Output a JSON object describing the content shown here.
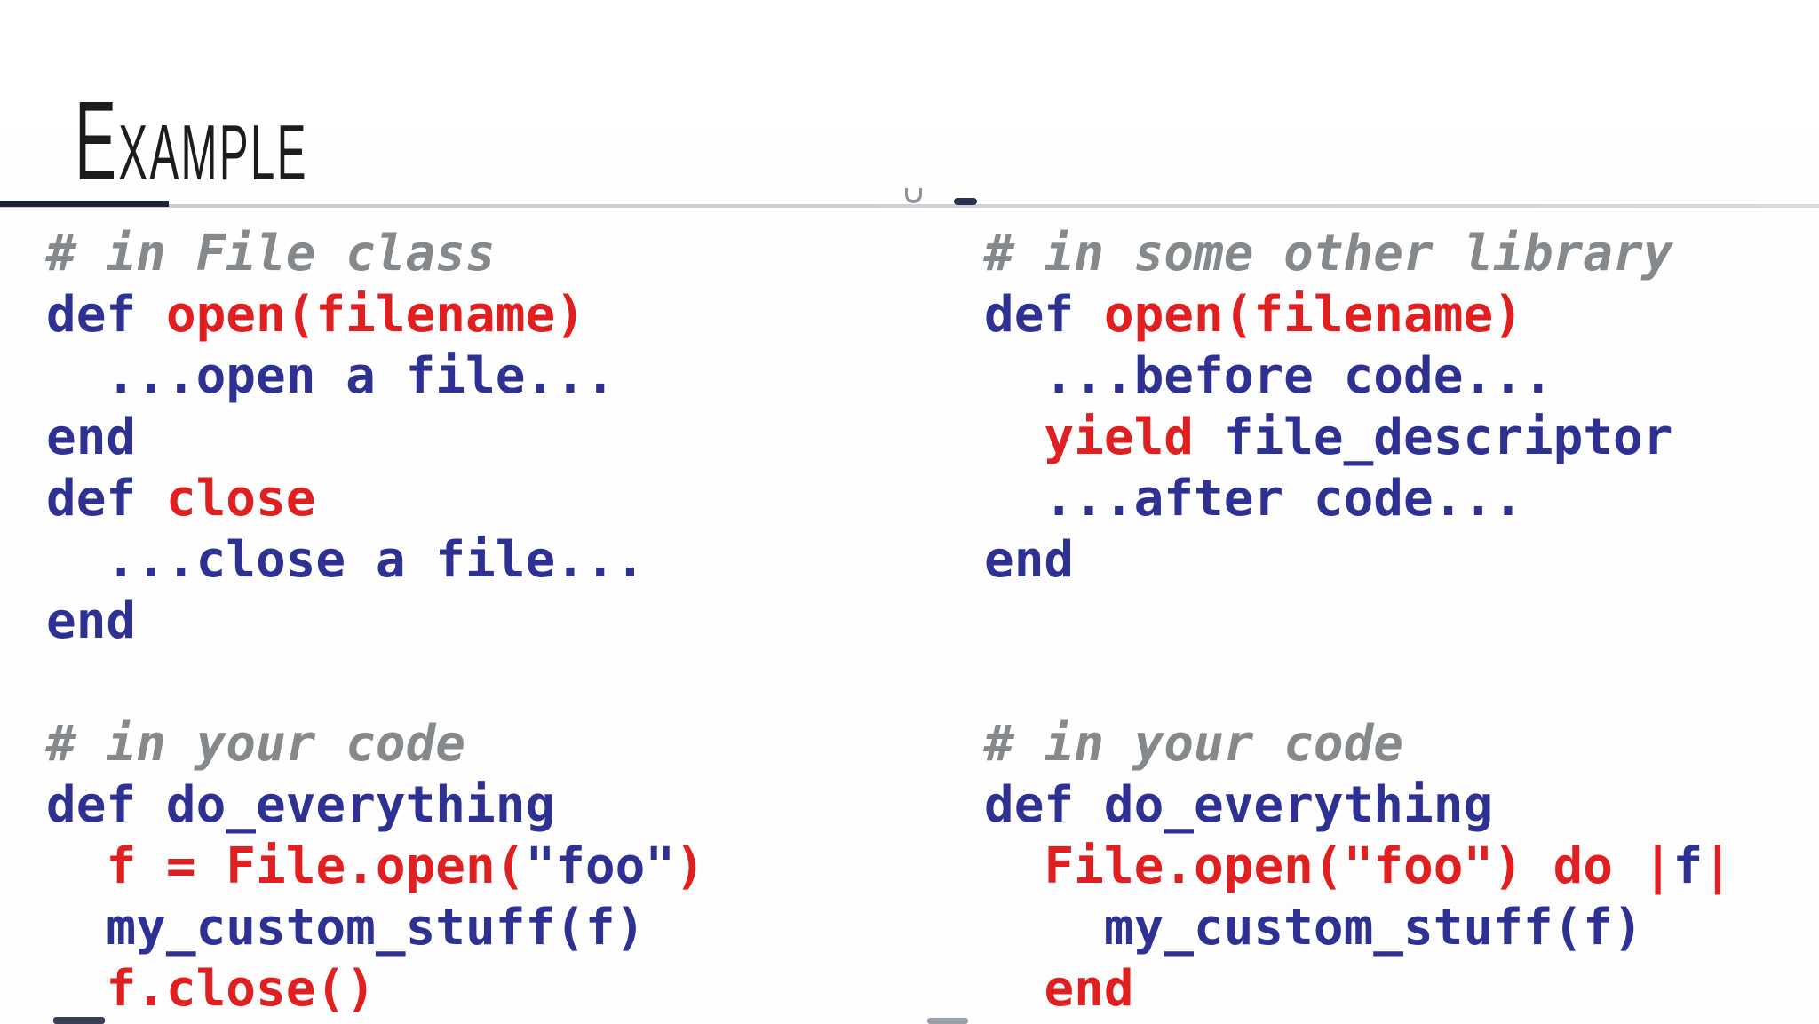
{
  "slide": {
    "title": "Example"
  },
  "palette": {
    "comment": "#85898c",
    "blue": "#2e3192",
    "red": "#e02020",
    "rule_dark": "#1e2438",
    "rule_light": "#cdd0d4",
    "title_color": "#1c1c1f"
  },
  "code_columns": [
    {
      "id": "left",
      "lines": [
        [
          {
            "t": "# in File class",
            "c": "comment"
          }
        ],
        [
          {
            "t": "def ",
            "c": "blue"
          },
          {
            "t": "open(filename)",
            "c": "red"
          }
        ],
        [
          {
            "t": "  ...open a file...",
            "c": "blue"
          }
        ],
        [
          {
            "t": "end",
            "c": "blue"
          }
        ],
        [
          {
            "t": "def ",
            "c": "blue"
          },
          {
            "t": "close",
            "c": "red"
          }
        ],
        [
          {
            "t": "  ...close a file...",
            "c": "blue"
          }
        ],
        [
          {
            "t": "end",
            "c": "blue"
          }
        ],
        [],
        [
          {
            "t": "# in your code",
            "c": "comment"
          }
        ],
        [
          {
            "t": "def do_everything",
            "c": "blue"
          }
        ],
        [
          {
            "t": "  ",
            "c": "blue"
          },
          {
            "t": "f = File.open(",
            "c": "red"
          },
          {
            "t": "\"foo\"",
            "c": "blue"
          },
          {
            "t": ")",
            "c": "red"
          }
        ],
        [
          {
            "t": "  my_custom_stuff(f)",
            "c": "blue"
          }
        ],
        [
          {
            "t": "  ",
            "c": "blue"
          },
          {
            "t": "f.close()",
            "c": "red"
          }
        ]
      ]
    },
    {
      "id": "right",
      "lines": [
        [
          {
            "t": "# in some other library",
            "c": "comment"
          }
        ],
        [
          {
            "t": "def ",
            "c": "blue"
          },
          {
            "t": "open(filename)",
            "c": "red"
          }
        ],
        [
          {
            "t": "  ...before code...",
            "c": "blue"
          }
        ],
        [
          {
            "t": "  ",
            "c": "blue"
          },
          {
            "t": "yield",
            "c": "red"
          },
          {
            "t": " file_descriptor",
            "c": "blue"
          }
        ],
        [
          {
            "t": "  ...after code...",
            "c": "blue"
          }
        ],
        [
          {
            "t": "end",
            "c": "blue"
          }
        ],
        [],
        [],
        [
          {
            "t": "# in your code",
            "c": "comment"
          }
        ],
        [
          {
            "t": "def do_everything",
            "c": "blue"
          }
        ],
        [
          {
            "t": "  ",
            "c": "blue"
          },
          {
            "t": "File.open(\"foo\") do |",
            "c": "red"
          },
          {
            "t": "f",
            "c": "blue"
          },
          {
            "t": "|",
            "c": "red"
          }
        ],
        [
          {
            "t": "    my_custom_stuff(f)",
            "c": "blue"
          }
        ],
        [
          {
            "t": "  ",
            "c": "blue"
          },
          {
            "t": "end",
            "c": "red"
          }
        ]
      ]
    }
  ]
}
